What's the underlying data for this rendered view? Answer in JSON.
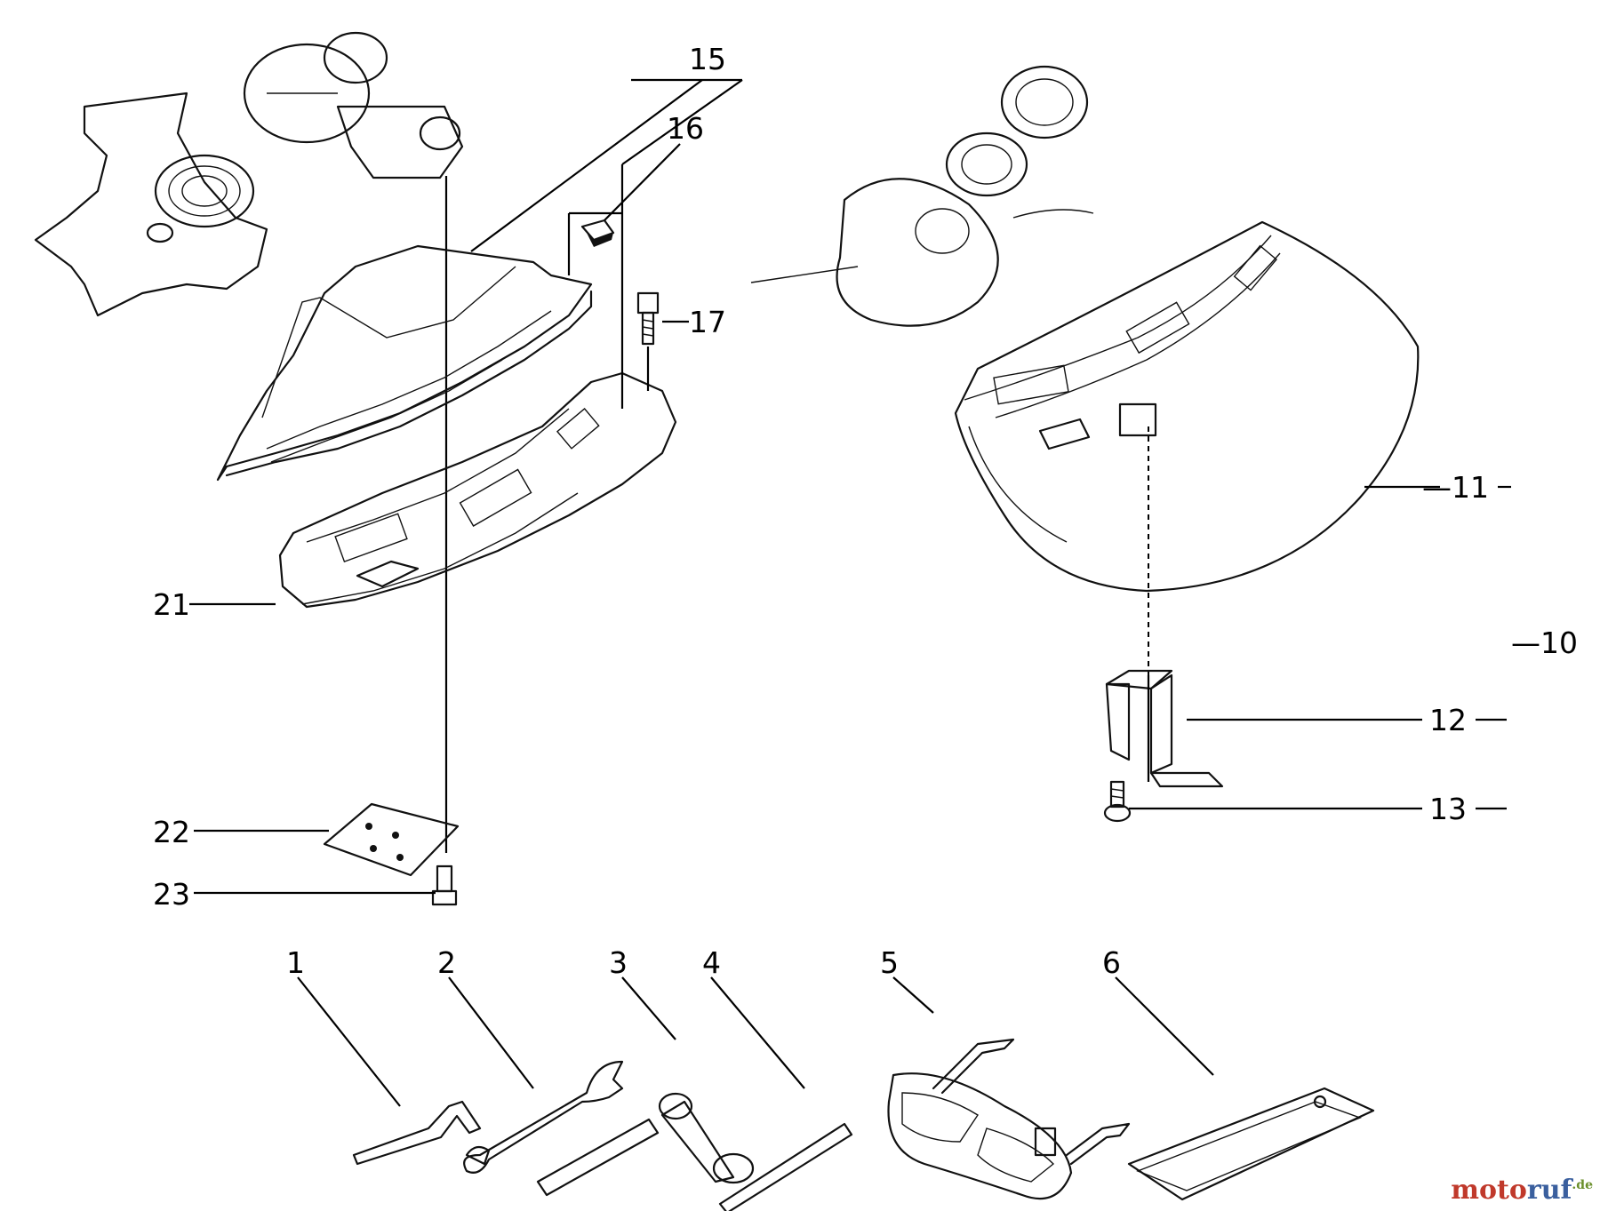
{
  "callouts": {
    "c1": "1",
    "c2": "2",
    "c3": "3",
    "c4": "4",
    "c5": "5",
    "c6": "6",
    "c10": "—10",
    "c11": "—11",
    "c12": "12",
    "c13": "13",
    "c15": "15",
    "c16": "16",
    "c17": "17",
    "c21": "21",
    "c22": "22",
    "c23": "23"
  },
  "watermark": {
    "prefix": "moto",
    "suffix": "ruf",
    "tld": ".de"
  },
  "colors": {
    "line": "#111111",
    "watermark_red": "#c0392b",
    "watermark_blue": "#3a5f9e",
    "watermark_green": "#6a8f2a"
  }
}
